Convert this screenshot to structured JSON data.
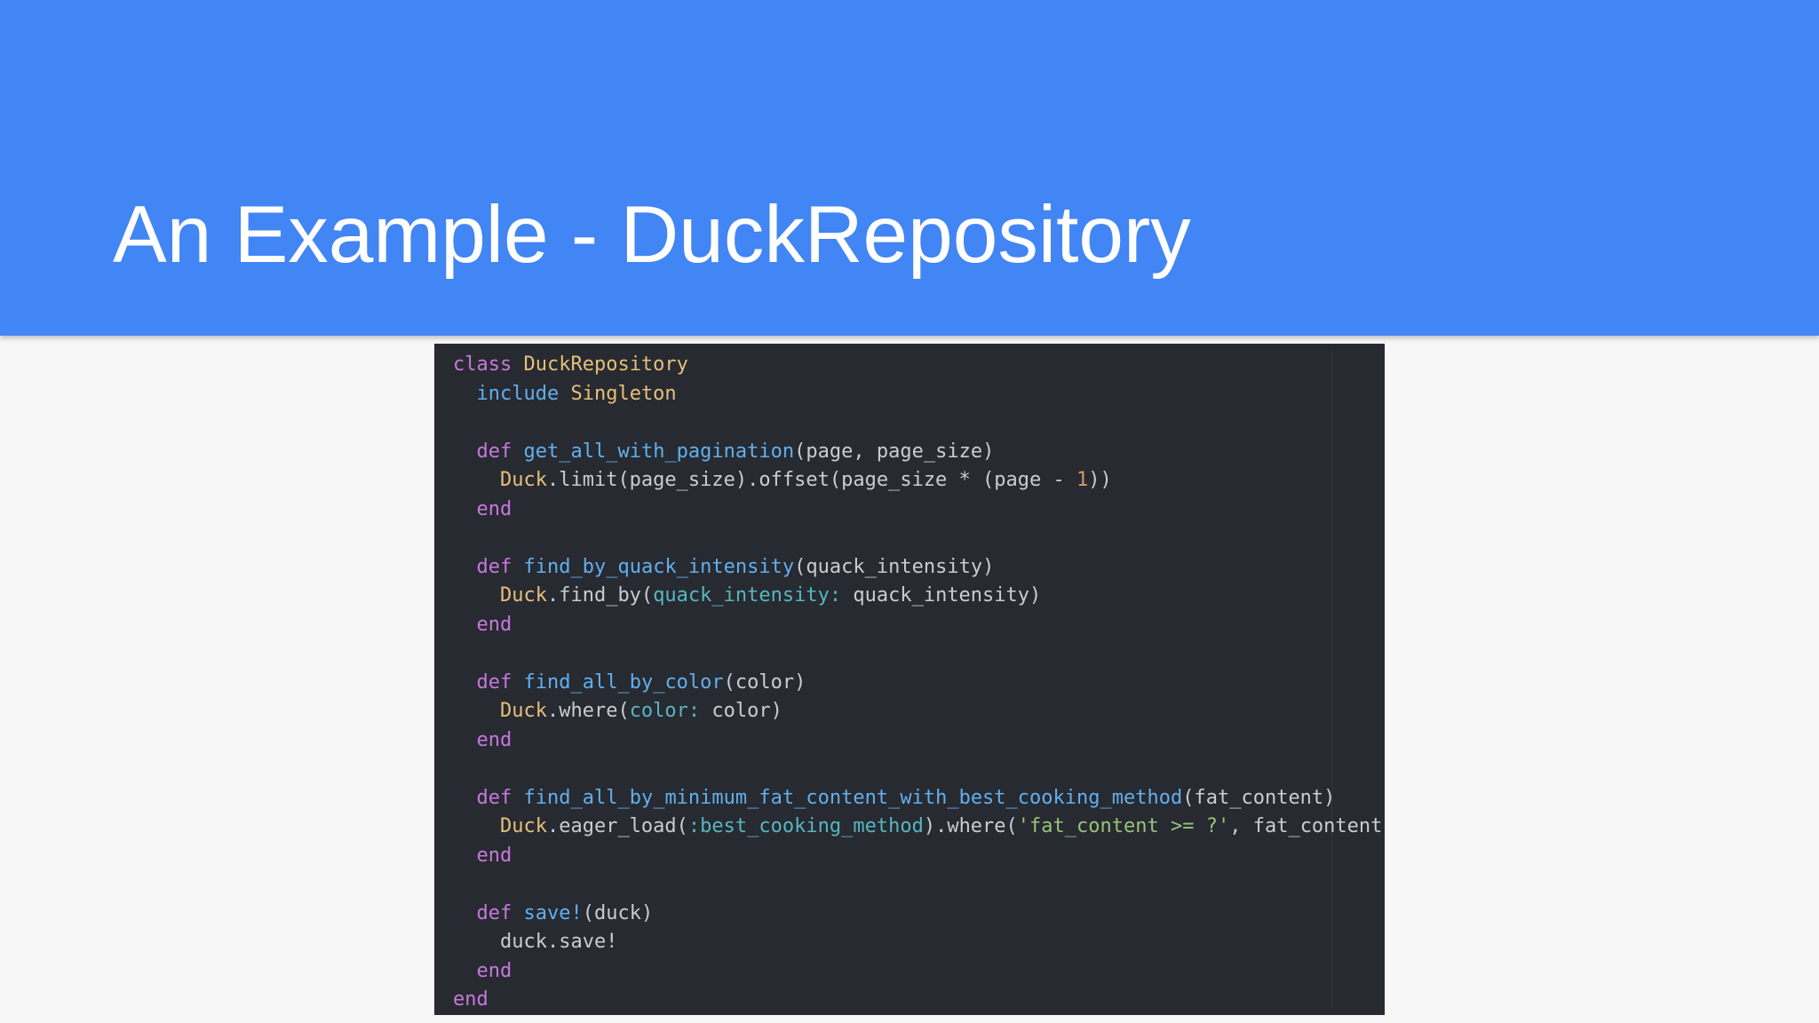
{
  "slide": {
    "title": "An Example - DuckRepository"
  },
  "code": {
    "lines": [
      [
        {
          "t": "kw",
          "v": "class"
        },
        {
          "t": "plain",
          "v": " "
        },
        {
          "t": "cls",
          "v": "DuckRepository"
        }
      ],
      [
        {
          "t": "plain",
          "v": "  "
        },
        {
          "t": "fn",
          "v": "include"
        },
        {
          "t": "plain",
          "v": " "
        },
        {
          "t": "cls",
          "v": "Singleton"
        }
      ],
      [],
      [
        {
          "t": "plain",
          "v": "  "
        },
        {
          "t": "kw",
          "v": "def"
        },
        {
          "t": "plain",
          "v": " "
        },
        {
          "t": "fn",
          "v": "get_all_with_pagination"
        },
        {
          "t": "plain",
          "v": "(page, page_size)"
        }
      ],
      [
        {
          "t": "plain",
          "v": "    "
        },
        {
          "t": "cls",
          "v": "Duck"
        },
        {
          "t": "plain",
          "v": ".limit(page_size).offset(page_size * (page - "
        },
        {
          "t": "num",
          "v": "1"
        },
        {
          "t": "plain",
          "v": "))"
        }
      ],
      [
        {
          "t": "plain",
          "v": "  "
        },
        {
          "t": "kw",
          "v": "end"
        }
      ],
      [],
      [
        {
          "t": "plain",
          "v": "  "
        },
        {
          "t": "kw",
          "v": "def"
        },
        {
          "t": "plain",
          "v": " "
        },
        {
          "t": "fn",
          "v": "find_by_quack_intensity"
        },
        {
          "t": "plain",
          "v": "(quack_intensity)"
        }
      ],
      [
        {
          "t": "plain",
          "v": "    "
        },
        {
          "t": "cls",
          "v": "Duck"
        },
        {
          "t": "plain",
          "v": ".find_by("
        },
        {
          "t": "sym",
          "v": "quack_intensity:"
        },
        {
          "t": "plain",
          "v": " quack_intensity)"
        }
      ],
      [
        {
          "t": "plain",
          "v": "  "
        },
        {
          "t": "kw",
          "v": "end"
        }
      ],
      [],
      [
        {
          "t": "plain",
          "v": "  "
        },
        {
          "t": "kw",
          "v": "def"
        },
        {
          "t": "plain",
          "v": " "
        },
        {
          "t": "fn",
          "v": "find_all_by_color"
        },
        {
          "t": "plain",
          "v": "(color)"
        }
      ],
      [
        {
          "t": "plain",
          "v": "    "
        },
        {
          "t": "cls",
          "v": "Duck"
        },
        {
          "t": "plain",
          "v": ".where("
        },
        {
          "t": "sym",
          "v": "color:"
        },
        {
          "t": "plain",
          "v": " color)"
        }
      ],
      [
        {
          "t": "plain",
          "v": "  "
        },
        {
          "t": "kw",
          "v": "end"
        }
      ],
      [],
      [
        {
          "t": "plain",
          "v": "  "
        },
        {
          "t": "kw",
          "v": "def"
        },
        {
          "t": "plain",
          "v": " "
        },
        {
          "t": "fn",
          "v": "find_all_by_minimum_fat_content_with_best_cooking_method"
        },
        {
          "t": "plain",
          "v": "(fat_content)"
        }
      ],
      [
        {
          "t": "plain",
          "v": "    "
        },
        {
          "t": "cls",
          "v": "Duck"
        },
        {
          "t": "plain",
          "v": ".eager_load("
        },
        {
          "t": "sym",
          "v": ":best_cooking_method"
        },
        {
          "t": "plain",
          "v": ").where("
        },
        {
          "t": "str",
          "v": "'fat_content >= ?'"
        },
        {
          "t": "plain",
          "v": ", fat_content)"
        }
      ],
      [
        {
          "t": "plain",
          "v": "  "
        },
        {
          "t": "kw",
          "v": "end"
        }
      ],
      [],
      [
        {
          "t": "plain",
          "v": "  "
        },
        {
          "t": "kw",
          "v": "def"
        },
        {
          "t": "plain",
          "v": " "
        },
        {
          "t": "fn",
          "v": "save!"
        },
        {
          "t": "plain",
          "v": "(duck)"
        }
      ],
      [
        {
          "t": "plain",
          "v": "    duck.save!"
        }
      ],
      [
        {
          "t": "plain",
          "v": "  "
        },
        {
          "t": "kw",
          "v": "end"
        }
      ],
      [
        {
          "t": "kw",
          "v": "end"
        }
      ]
    ]
  },
  "colors": {
    "header_blue": "#4285f4",
    "slide_background": "#f7f7f7",
    "code_background": "#272a30",
    "keyword": "#c678dd",
    "class_name": "#e5c07b",
    "method_name": "#61afef",
    "symbol": "#56b6c2",
    "string": "#98c379",
    "number": "#d19a66",
    "plain_text": "#c9ccd3"
  }
}
